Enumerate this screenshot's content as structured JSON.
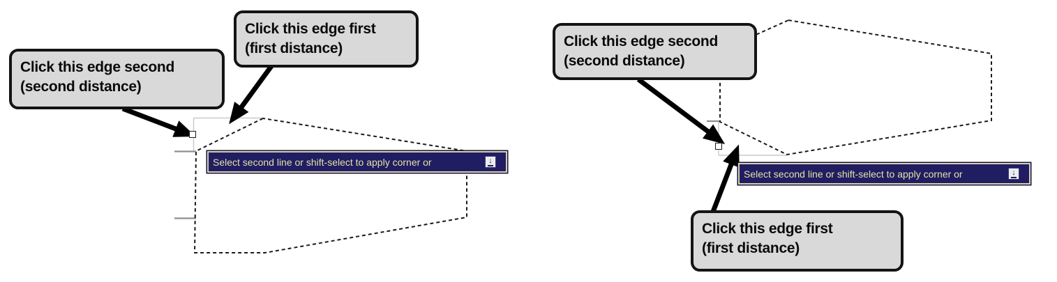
{
  "app_context": "CAD chamfer tutorial overlay",
  "instruction_callouts": {
    "left_first": {
      "line1": "Click this edge first",
      "line2": "(first distance)"
    },
    "left_second": {
      "line1": "Click this edge second",
      "line2": "(second distance)"
    },
    "right_second": {
      "line1": "Click this edge second",
      "line2": "(second distance)"
    },
    "right_first": {
      "line1": "Click this edge first",
      "line2": "(first distance)"
    }
  },
  "tooltips": {
    "left": {
      "text": "Select second line or shift-select to apply corner or",
      "icon": "down-arrow-key-icon",
      "icon_glyph": "↓"
    },
    "right": {
      "text": "Select second line or shift-select to apply corner or",
      "icon": "down-arrow-key-icon",
      "icon_glyph": "↓"
    }
  },
  "colors": {
    "tooltip_background": "#211D62",
    "tooltip_border": "#D8D2A2",
    "tooltip_outline": "#14124A",
    "tooltip_text": "#E3E2A8",
    "callout_background": "#D9D9D9",
    "callout_border": "#141414",
    "sketch_line": "#1A1A1A",
    "ghost_line": "#C9C9C9",
    "tick_line": "#8F8F8F",
    "arrow": "#000000",
    "key_background": "#ECECEC",
    "key_border": "#3A3A8C",
    "key_glyph": "#1A1A4A"
  }
}
